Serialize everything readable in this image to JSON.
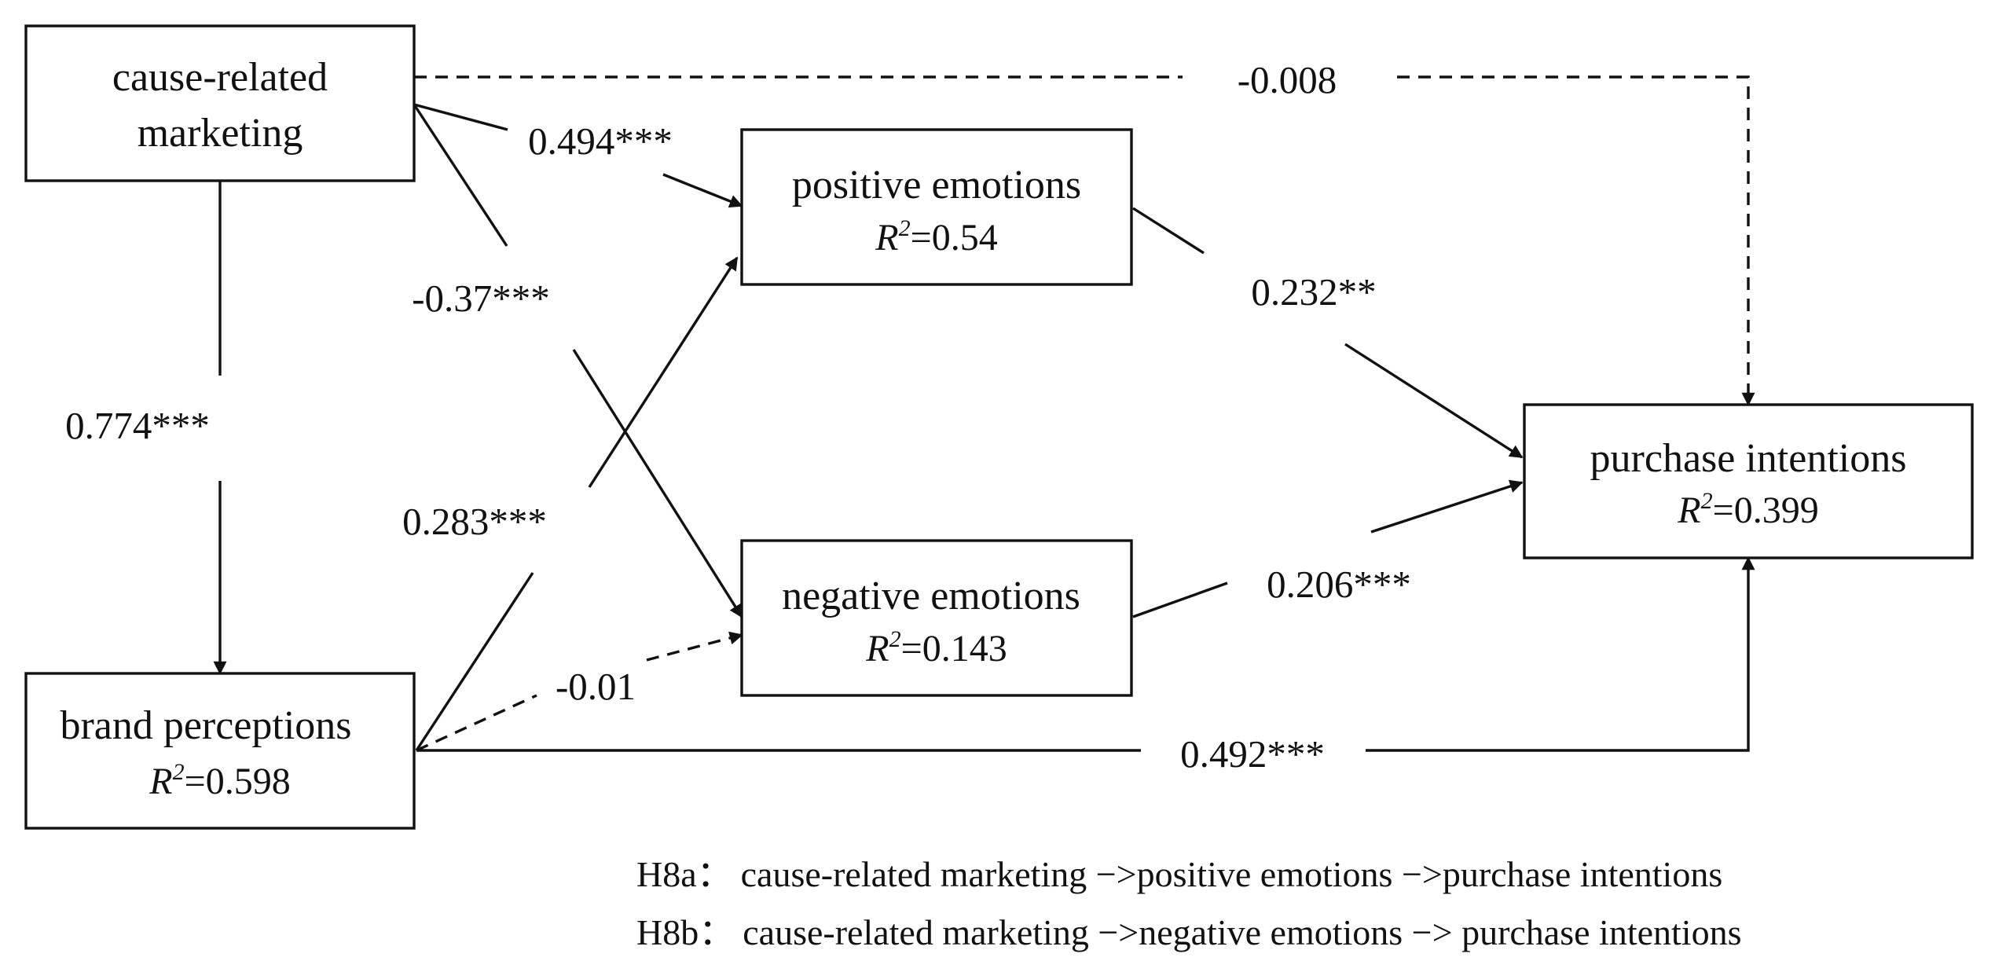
{
  "nodes": {
    "crm": {
      "label_line1": "cause-related",
      "label_line2": "marketing"
    },
    "positive": {
      "label": "positive emotions",
      "r2_var": "R",
      "r2_sup": "2",
      "r2_value": "=0.54"
    },
    "negative": {
      "label": "negative emotions",
      "r2_var": "R",
      "r2_sup": "2",
      "r2_value": "=0.143"
    },
    "purchase": {
      "label": "purchase intentions",
      "r2_var": "R",
      "r2_sup": "2",
      "r2_value": "=0.399"
    },
    "brand": {
      "label": "brand perceptions",
      "r2_var": "R",
      "r2_sup": "2",
      "r2_value": "=0.598"
    }
  },
  "paths": {
    "crm_to_positive": "0.494***",
    "crm_to_negative": "-0.37***",
    "crm_to_brand": "0.774***",
    "crm_to_purchase": "-0.008",
    "brand_to_positive": "0.283***",
    "brand_to_negative": "-0.01",
    "brand_to_purchase": "0.492***",
    "positive_to_purchase": "0.232**",
    "negative_to_purchase": "0.206***"
  },
  "path_styles": {
    "significant": "solid",
    "non_significant": "dashed"
  },
  "hypotheses": [
    {
      "id": "H8a：",
      "text": "cause-related marketing −>positive emotions −>purchase intentions"
    },
    {
      "id": "H8b：",
      "text": "cause-related marketing −>negative emotions −> purchase intentions"
    }
  ],
  "colors": {
    "ink": "#111111",
    "background": "#ffffff"
  }
}
